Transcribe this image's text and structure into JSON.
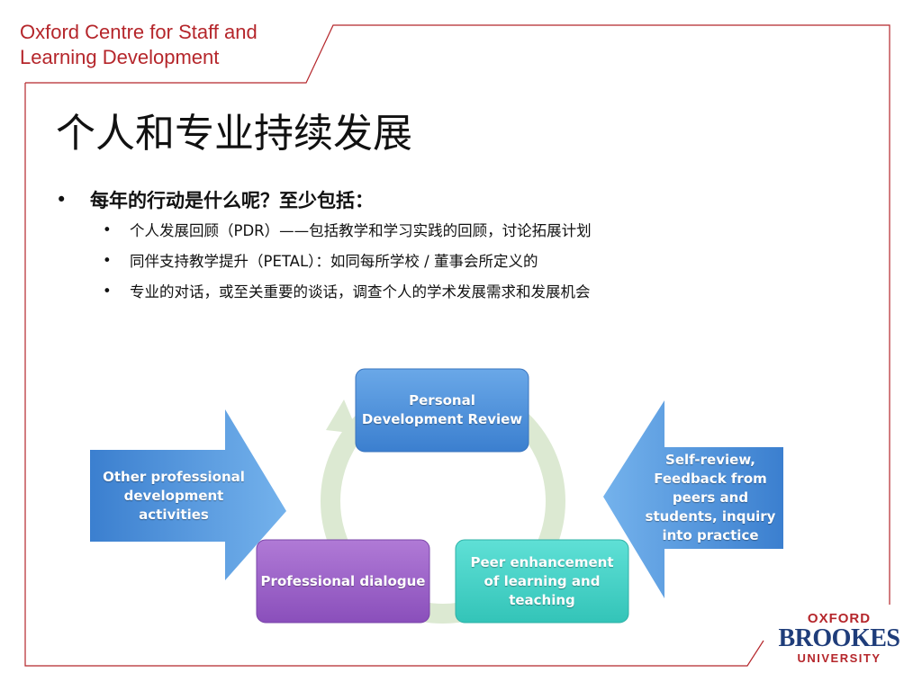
{
  "header": {
    "org_line1": "Oxford Centre for Staff and",
    "org_line2": "Learning Development"
  },
  "title": "个人和专业持续发展",
  "bullets": {
    "level1": "每年的行动是什么呢？至少包括：",
    "items": [
      "个人发展回顾（PDR）——包括教学和学习实践的回顾，讨论拓展计划",
      "同伴支持教学提升（PETAL）：如同每所学校 / 董事会所定义的",
      "专业的对话，或至关重要的谈话，调查个人的学术发展需求和发展机会"
    ]
  },
  "diagram": {
    "cycle": [
      {
        "label_lines": [
          "Personal",
          "Development Review"
        ],
        "color": "#4a8fd6"
      },
      {
        "label_lines": [
          "Peer enhancement",
          "of learning and",
          "teaching"
        ],
        "color": "#3fd0c4"
      },
      {
        "label_lines": [
          "Professional dialogue"
        ],
        "color": "#9a5fc4"
      }
    ],
    "left_arrow": {
      "label_lines": [
        "Other professional",
        "development",
        "activities"
      ],
      "color": "#4a8fd6"
    },
    "right_arrow": {
      "label_lines": [
        "Self-review,",
        "Feedback from",
        "peers and",
        "students, inquiry",
        "into practice"
      ],
      "color": "#4a8fd6"
    }
  },
  "logo": {
    "line1": "OXFORD",
    "line2": "BROOKES",
    "line3": "UNIVERSITY"
  },
  "colors": {
    "brand_red": "#b5262b",
    "brand_blue": "#1f3d7a"
  }
}
